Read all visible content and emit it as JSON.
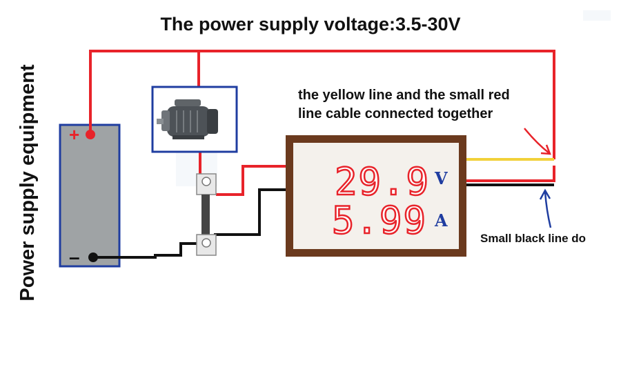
{
  "title": "The power supply voltage:3.5-30V",
  "side_label": "Power supply equipment",
  "annotation_yellow": {
    "line1": "the yellow line and the small red",
    "line2": "line cable connected together"
  },
  "annotation_black": "Small black line do",
  "battery": {
    "plus": "+",
    "minus": "–"
  },
  "meter": {
    "voltage_reading": "29.9",
    "current_reading": "5.99",
    "voltage_unit": "V",
    "current_unit": "A"
  },
  "colors": {
    "red_wire": "#e8232a",
    "black_wire": "#111111",
    "yellow_wire": "#f2d13a",
    "battery_fill": "#9fa3a5",
    "battery_border": "#1f3da0",
    "meter_frame": "#6b3a1e",
    "meter_face": "#f4f1ec",
    "segment": "#e8232a"
  }
}
